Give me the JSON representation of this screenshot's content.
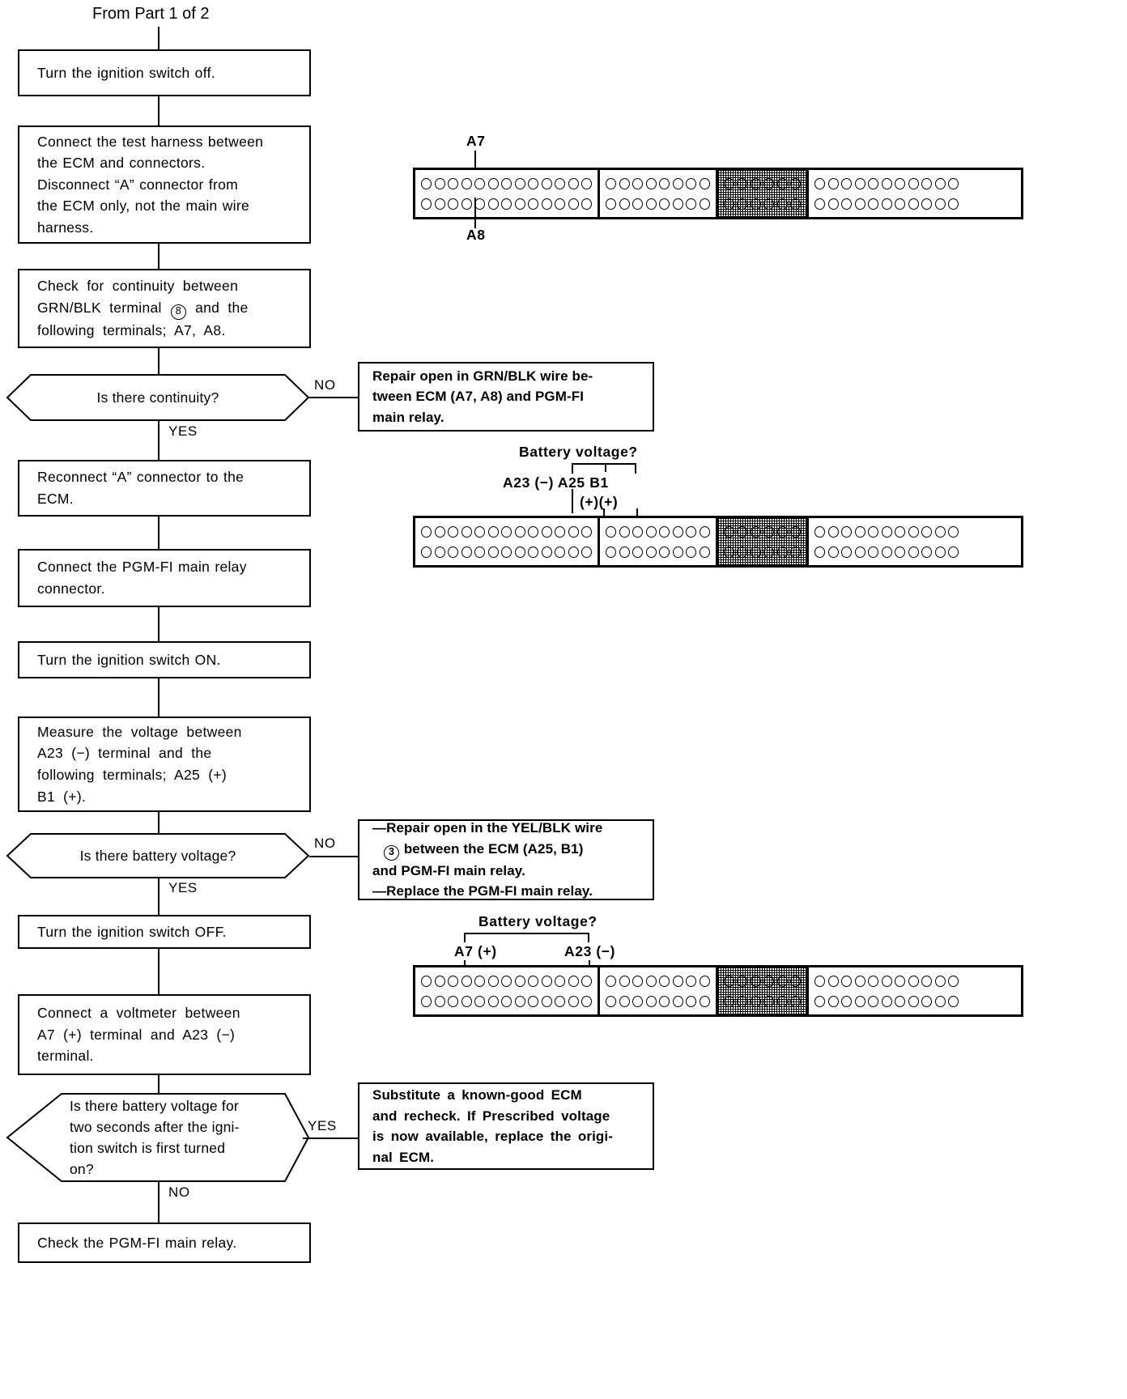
{
  "title": "From Part 1 of 2",
  "flow": {
    "steps": [
      {
        "id": "s1",
        "text": "Turn the ignition switch off."
      },
      {
        "id": "s2",
        "text": "Connect the test harness between\nthe ECM and connectors.\nDisconnect “A” connector from\nthe ECM only, not the main wire\nharness."
      },
      {
        "id": "s3",
        "text_before": "Check for continuity between\nGRN/BLK terminal ",
        "circled": "8",
        "text_after": " and the\nfollowing terminals; A7, A8."
      },
      {
        "id": "s4",
        "text": "Reconnect “A” connector to the\nECM."
      },
      {
        "id": "s5",
        "text": "Connect the PGM-FI main relay\nconnector."
      },
      {
        "id": "s6",
        "text": "Turn the ignition switch ON."
      },
      {
        "id": "s7",
        "text": "Measure the voltage between\nA23  (−)  terminal  and  the\nfollowing  terminals;  A25  (+)\nB1 (+)."
      },
      {
        "id": "s8",
        "text": "Turn the ignition switch OFF."
      },
      {
        "id": "s9",
        "text": "Connect a voltmeter between\nA7 (+) terminal and A23 (−)\nterminal."
      },
      {
        "id": "s10",
        "text": "Check the PGM-FI main relay."
      }
    ],
    "decisions": [
      {
        "id": "d1",
        "text": "Is there continuity?",
        "yes_label": "YES",
        "no_label": "NO"
      },
      {
        "id": "d2",
        "text": "Is there battery voltage?",
        "yes_label": "YES",
        "no_label": "NO"
      },
      {
        "id": "d3",
        "text": "Is there battery voltage for\ntwo seconds after the igni-\ntion switch is first turned\non?",
        "yes_label": "YES",
        "no_label": "NO"
      }
    ],
    "results": [
      {
        "id": "r1",
        "text": "Repair open in GRN/BLK wire be-\ntween ECM (A7, A8) and PGM-FI\nmain relay."
      },
      {
        "id": "r2",
        "line1": "—Repair open in the YEL/BLK wire",
        "circled": "3",
        "line2": " between the ECM (A25, B1)\n   and PGM-FI main relay.",
        "line3": "—Replace the PGM-FI main relay."
      },
      {
        "id": "r3",
        "text": "Substitute  a  known-good  ECM\nand recheck. If Prescribed voltage\nis now available, replace the origi-\nnal ECM."
      }
    ]
  },
  "connectors": [
    {
      "id": "conn1",
      "sections": [
        13,
        8,
        6,
        11
      ],
      "shaded_section_index": 2,
      "labels_above": [
        {
          "text": "A7"
        }
      ],
      "labels_below": [
        {
          "text": "A8"
        }
      ]
    },
    {
      "id": "conn2",
      "sections": [
        13,
        8,
        6,
        11
      ],
      "shaded_section_index": 2,
      "caption": "Battery voltage?",
      "terminal_line": "A23 (−) A25 B1",
      "polarity_line": "(+)(+)"
    },
    {
      "id": "conn3",
      "sections": [
        13,
        8,
        6,
        11
      ],
      "shaded_section_index": 2,
      "caption": "Battery voltage?",
      "label_left": "A7 (+)",
      "label_right": "A23 (−)"
    }
  ]
}
